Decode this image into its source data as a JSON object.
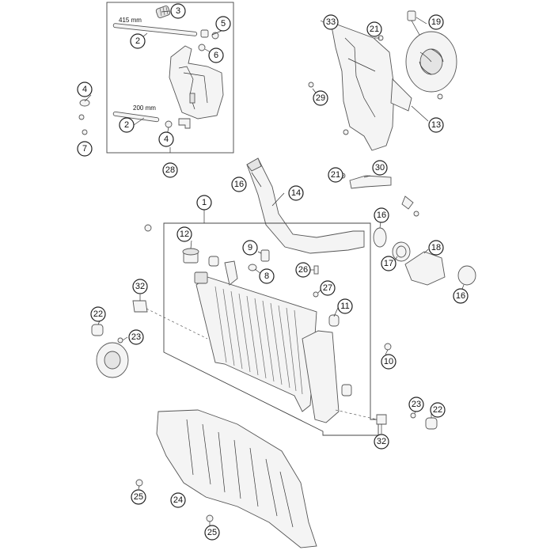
{
  "diagram": {
    "dimensions": {
      "hose_long": "415 mm",
      "hose_short": "200 mm"
    },
    "callouts": [
      {
        "id": "c1",
        "label": "1"
      },
      {
        "id": "c2a",
        "label": "2"
      },
      {
        "id": "c2b",
        "label": "2"
      },
      {
        "id": "c3",
        "label": "3"
      },
      {
        "id": "c4a",
        "label": "4"
      },
      {
        "id": "c4b",
        "label": "4"
      },
      {
        "id": "c5",
        "label": "5"
      },
      {
        "id": "c6",
        "label": "6"
      },
      {
        "id": "c7",
        "label": "7"
      },
      {
        "id": "c8",
        "label": "8"
      },
      {
        "id": "c9",
        "label": "9"
      },
      {
        "id": "c10",
        "label": "10"
      },
      {
        "id": "c11",
        "label": "11"
      },
      {
        "id": "c12",
        "label": "12"
      },
      {
        "id": "c13",
        "label": "13"
      },
      {
        "id": "c14",
        "label": "14"
      },
      {
        "id": "c16a",
        "label": "16"
      },
      {
        "id": "c16b",
        "label": "16"
      },
      {
        "id": "c16c",
        "label": "16"
      },
      {
        "id": "c17",
        "label": "17"
      },
      {
        "id": "c18",
        "label": "18"
      },
      {
        "id": "c19",
        "label": "19"
      },
      {
        "id": "c21a",
        "label": "21"
      },
      {
        "id": "c21b",
        "label": "21"
      },
      {
        "id": "c22a",
        "label": "22"
      },
      {
        "id": "c22b",
        "label": "22"
      },
      {
        "id": "c23a",
        "label": "23"
      },
      {
        "id": "c23b",
        "label": "23"
      },
      {
        "id": "c24",
        "label": "24"
      },
      {
        "id": "c25a",
        "label": "25"
      },
      {
        "id": "c25b",
        "label": "25"
      },
      {
        "id": "c26",
        "label": "26"
      },
      {
        "id": "c27",
        "label": "27"
      },
      {
        "id": "c28",
        "label": "28"
      },
      {
        "id": "c29",
        "label": "29"
      },
      {
        "id": "c30",
        "label": "30"
      },
      {
        "id": "c32a",
        "label": "32"
      },
      {
        "id": "c32b",
        "label": "32"
      },
      {
        "id": "c33",
        "label": "33"
      }
    ]
  }
}
